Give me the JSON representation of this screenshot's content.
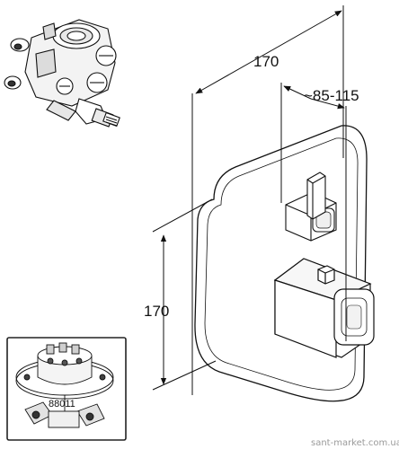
{
  "dimensions": {
    "width_top": "170",
    "depth_range": "~85-115",
    "height_left": "170"
  },
  "inset": {
    "part_number": "88011"
  },
  "watermark": "sant-market.com.ua",
  "colors": {
    "line": "#111111",
    "inset_border": "#222222",
    "watermark": "#9a9a9a"
  }
}
